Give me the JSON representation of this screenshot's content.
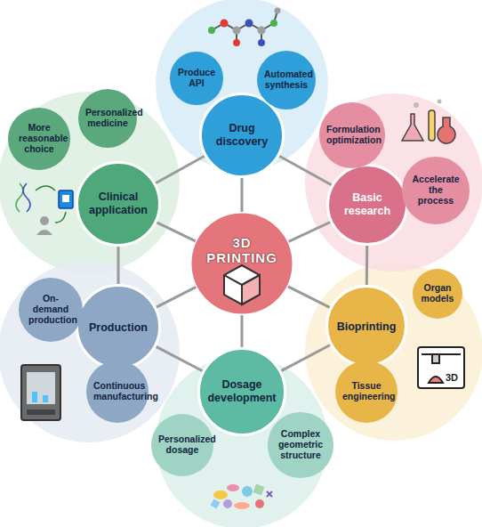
{
  "diagram": {
    "nodes": [
      {
        "text": [
          "3D PRINTING"
        ]
      },
      {
        "text": [
          "Drug discovery"
        ]
      },
      {
        "text": [
          "Produce API"
        ]
      },
      {
        "text": [
          "Automated synthesis"
        ]
      },
      {
        "text": [
          "Basic research"
        ]
      },
      {
        "text": [
          "Formulation optimization"
        ]
      },
      {
        "text": [
          "Accelerate the process"
        ]
      },
      {
        "text": [
          "Bioprinting"
        ]
      },
      {
        "text": [
          "Organ models"
        ]
      },
      {
        "text": [
          "Tissue engineering"
        ]
      },
      {
        "text": [
          "Dosage development"
        ]
      },
      {
        "text": [
          "Personalized dosage"
        ]
      },
      {
        "text": [
          "Complex geometric structure"
        ]
      },
      {
        "text": [
          "Production"
        ]
      },
      {
        "text": [
          "On-demand production"
        ]
      },
      {
        "text": [
          "Continuous manufacturing"
        ]
      },
      {
        "text": [
          "Clinical application"
        ]
      },
      {
        "text": [
          "Personalized medicine"
        ]
      },
      {
        "text": [
          "More reasonable choice"
        ]
      }
    ],
    "edges": [
      {
        "from": 0,
        "to": 1,
        "arrow": "none"
      },
      {
        "from": 0,
        "to": 4,
        "arrow": "none"
      },
      {
        "from": 0,
        "to": 7,
        "arrow": "none"
      },
      {
        "from": 0,
        "to": 10,
        "arrow": "none"
      },
      {
        "from": 0,
        "to": 13,
        "arrow": "none"
      },
      {
        "from": 0,
        "to": 16,
        "arrow": "none"
      },
      {
        "from": 1,
        "to": 4,
        "arrow": "none"
      },
      {
        "from": 4,
        "to": 7,
        "arrow": "none"
      },
      {
        "from": 7,
        "to": 10,
        "arrow": "none"
      },
      {
        "from": 10,
        "to": 13,
        "arrow": "none"
      },
      {
        "from": 13,
        "to": 16,
        "arrow": "none"
      },
      {
        "from": 16,
        "to": 1,
        "arrow": "none"
      }
    ],
    "labels": [
      "3D"
    ]
  }
}
